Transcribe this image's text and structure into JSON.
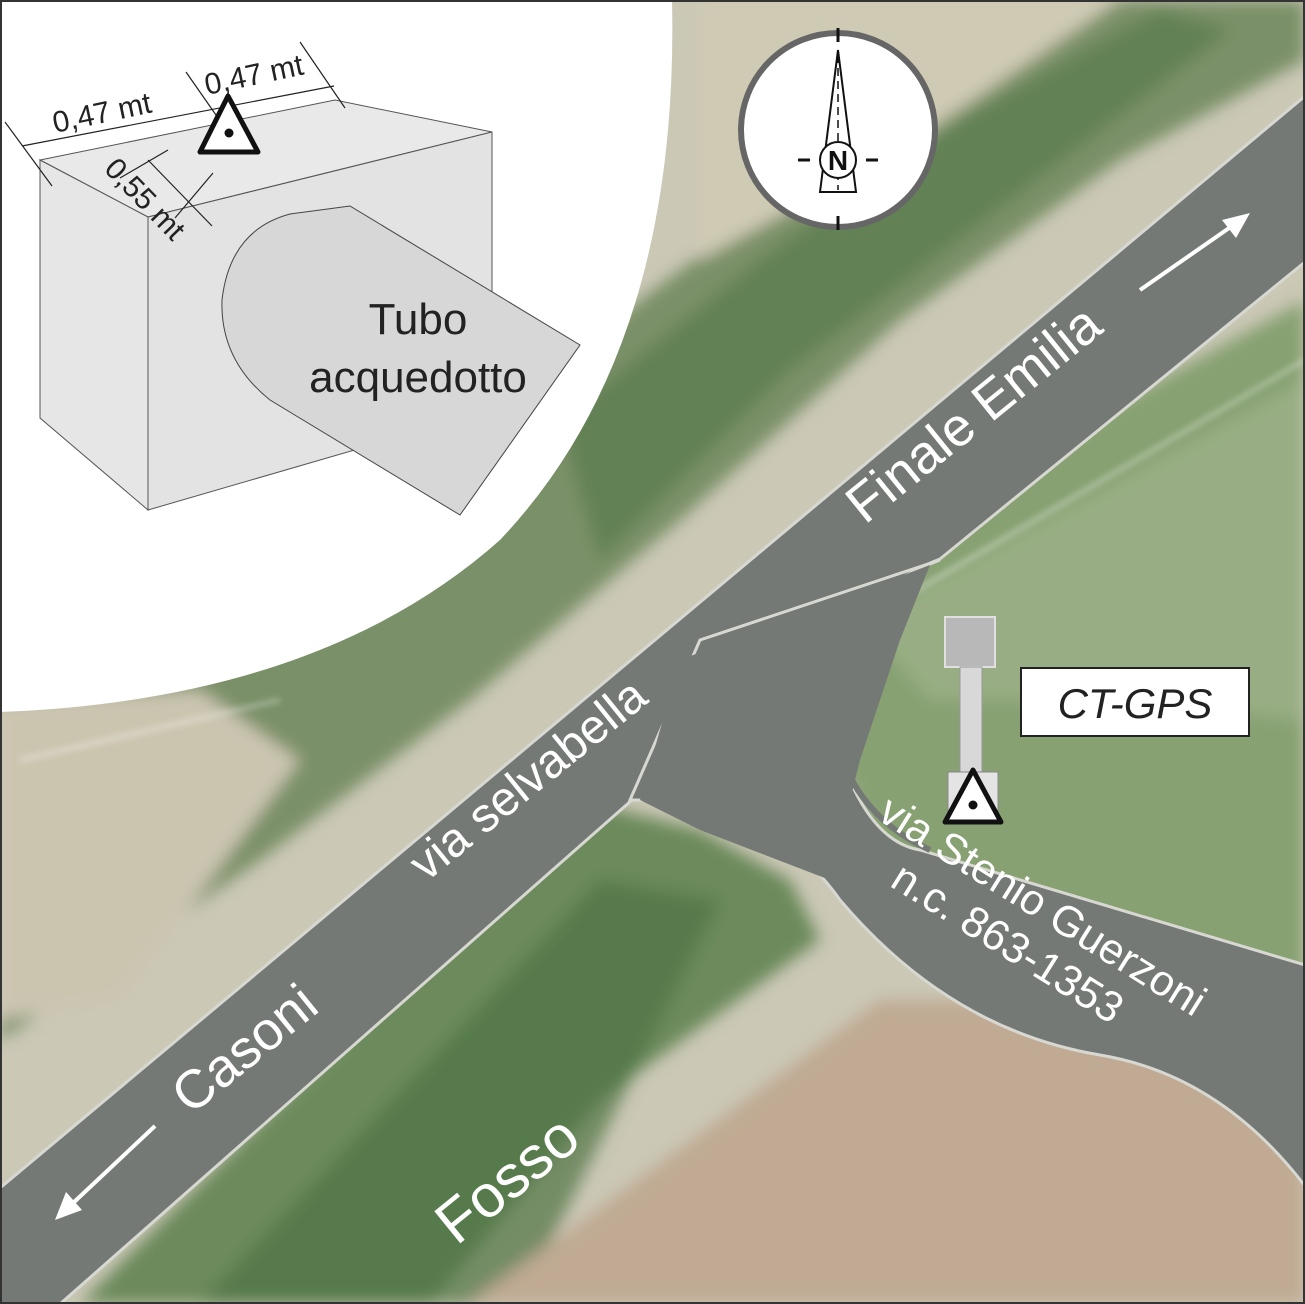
{
  "map": {
    "roads": {
      "main_northeast": "Finale Emilia",
      "main_name": "via selvabella",
      "main_southwest": "Casoni",
      "side_name": "via Stenio Guerzoni",
      "side_numbers": "n.c. 863-1353"
    },
    "features": {
      "ditch": "Fosso"
    },
    "station": {
      "label": "CT-GPS"
    },
    "north": {
      "letter": "N"
    },
    "detail": {
      "dim_1": "0,47 mt",
      "dim_2": "0,47 mt",
      "dim_3": "0,55 mt",
      "pipe_line1": "Tubo",
      "pipe_line2": "acquedotto"
    },
    "colors": {
      "road": "#737874",
      "field_light": "#c9c6b3",
      "vegetation": "#5f7f52",
      "field_brown": "#c2aa95",
      "inset": "#ffffff",
      "block": "#e3e3e3"
    }
  }
}
